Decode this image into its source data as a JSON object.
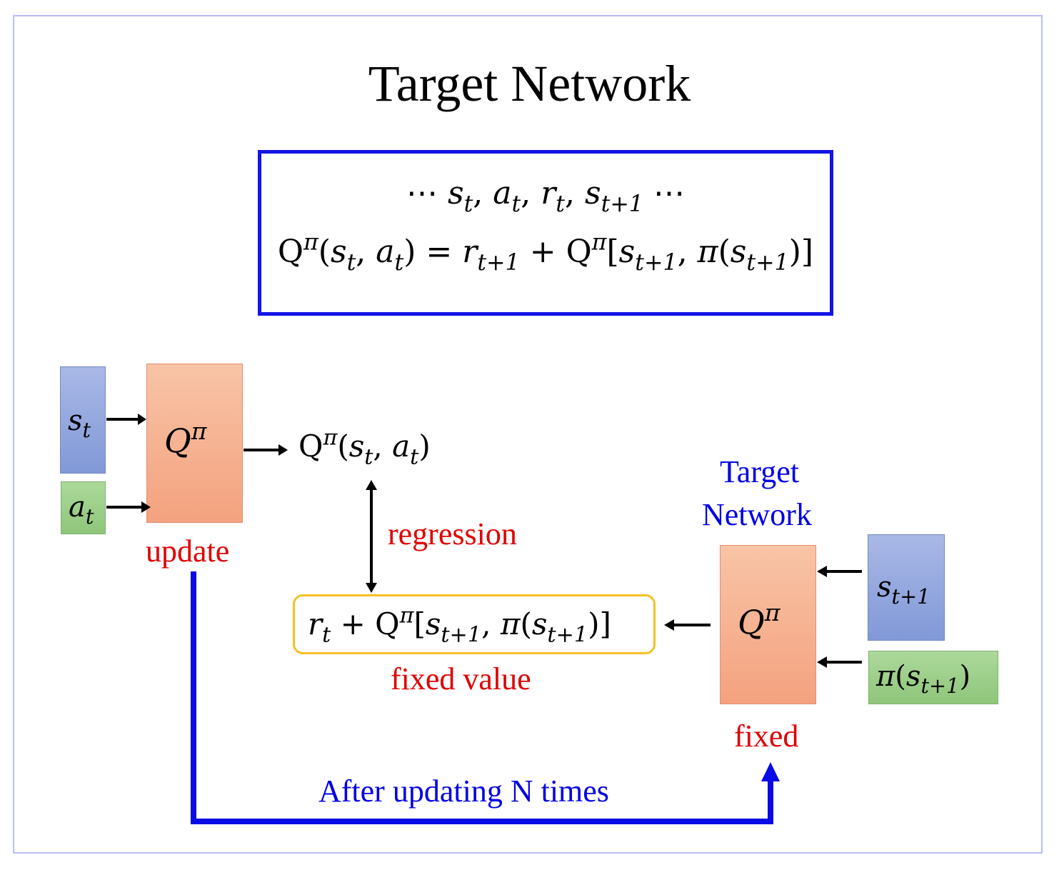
{
  "title": "Target Network",
  "equation_box": {
    "sequence": "⋯ st, at, rt, st+1 ⋯",
    "bellman": "Qπ(st, at) = rt+1 + Qπ[st+1, π(st+1)]"
  },
  "online_network": {
    "input_state": "st",
    "input_action": "at",
    "network": "Qπ",
    "output": "Qπ(st, at)",
    "caption": "update"
  },
  "regression_label": "regression",
  "target_value": {
    "expression": "rt + Qπ[st+1, π(st+1)]",
    "caption": "fixed value"
  },
  "target_network": {
    "heading_line1": "Target",
    "heading_line2": "Network",
    "network": "Qπ",
    "input_state": "st+1",
    "input_policy": "π(st+1)",
    "caption": "fixed"
  },
  "sync_label": "After updating N times",
  "colors": {
    "equation_border": "#1414e6",
    "state_box": "#8fa3dc",
    "action_box": "#9bcf86",
    "network_box": "#f5ad8d",
    "target_border": "#f5c022",
    "caption_red": "#e00000",
    "caption_blue": "#0000e6",
    "sync_arrow": "#0a0ae6"
  }
}
